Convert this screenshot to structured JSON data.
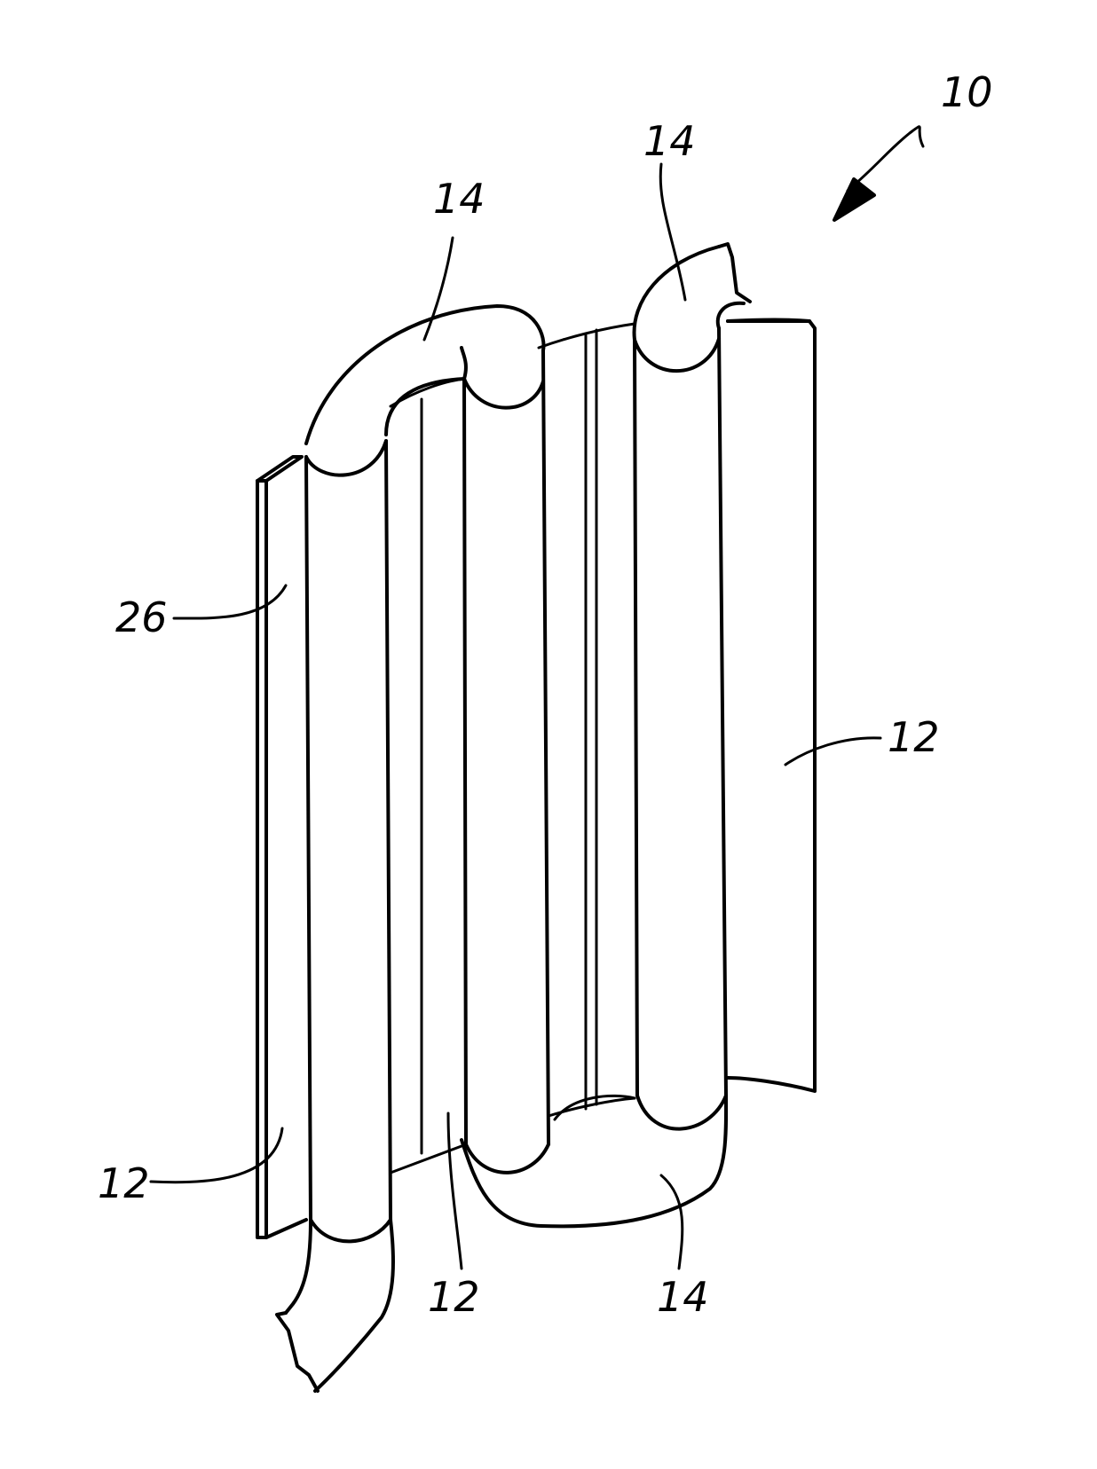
{
  "figure": {
    "reference_numerals": [
      {
        "id": "ref-10",
        "text": "10",
        "refers_to": "assembly"
      },
      {
        "id": "ref-14-top-left",
        "text": "14",
        "refers_to": "bend"
      },
      {
        "id": "ref-14-top-right",
        "text": "14",
        "refers_to": "bend"
      },
      {
        "id": "ref-26",
        "text": "26",
        "refers_to": "plate"
      },
      {
        "id": "ref-12-right",
        "text": "12",
        "refers_to": "tube"
      },
      {
        "id": "ref-12-bottom-left",
        "text": "12",
        "refers_to": "tube"
      },
      {
        "id": "ref-12-bottom-middle",
        "text": "12",
        "refers_to": "tube"
      },
      {
        "id": "ref-14-bottom",
        "text": "14",
        "refers_to": "bend"
      }
    ],
    "colors": {
      "line": "#000000",
      "background": "#ffffff"
    }
  }
}
